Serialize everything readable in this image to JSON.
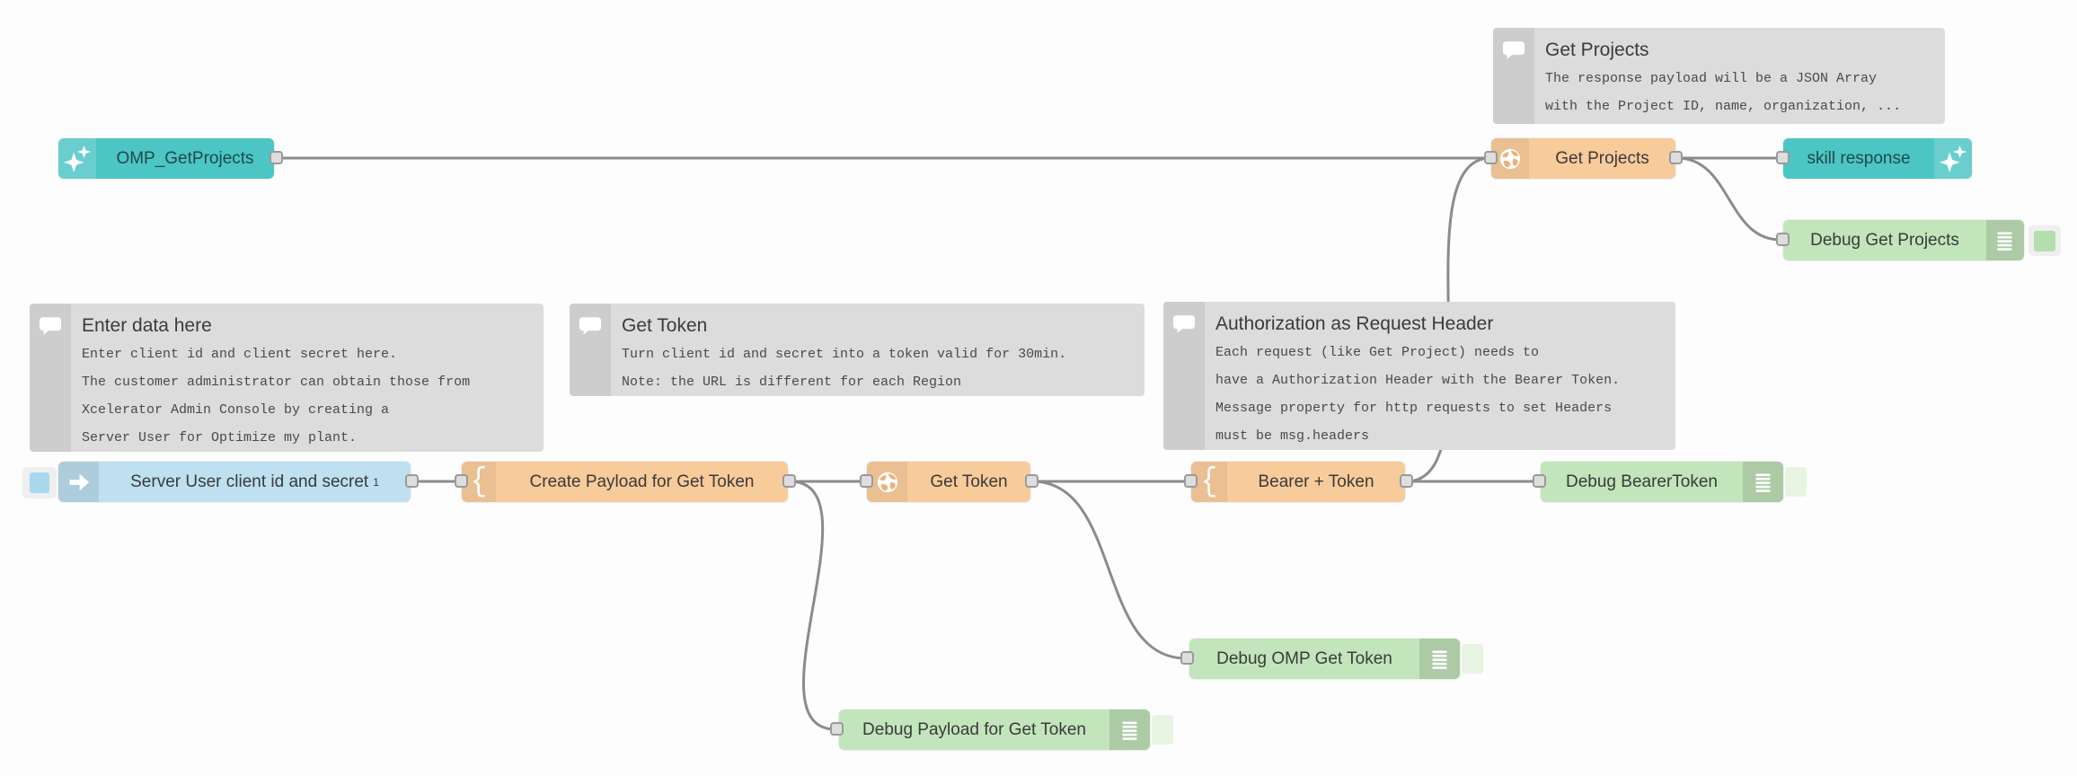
{
  "app": "flow-editor-canvas",
  "palette_colors": {
    "teal": "#4cc5c5",
    "orange": "#f8cb9b",
    "blue": "#bee0f1",
    "green": "#c2e5bb",
    "comment_bg": "#dcdcdc",
    "wire": "#8b8b8b",
    "port_fill": "#dedede",
    "port_border": "#9a9a9a"
  },
  "icons": {
    "function_glyph": "{"
  },
  "nodes": {
    "omp_getprojects": {
      "label": "OMP_GetProjects"
    },
    "get_projects": {
      "label": "Get Projects"
    },
    "skill_response": {
      "label": "skill response"
    },
    "debug_get_projects": {
      "label": "Debug Get Projects"
    },
    "inject_server_user": {
      "label": "Server User client id and secret",
      "superscript": "1"
    },
    "create_payload": {
      "label": "Create Payload for Get Token"
    },
    "get_token": {
      "label": "Get Token"
    },
    "bearer_token": {
      "label": "Bearer + Token"
    },
    "debug_bearer_token": {
      "label": "Debug BearerToken"
    },
    "debug_omp_get_token": {
      "label": "Debug OMP Get Token"
    },
    "debug_payload": {
      "label": "Debug Payload for Get Token"
    }
  },
  "comments": {
    "get_projects": {
      "title": "Get Projects",
      "lines": [
        "The response payload will be a JSON Array",
        "with the Project ID, name, organization, ..."
      ]
    },
    "enter_data": {
      "title": "Enter data here",
      "lines": [
        "Enter client id and client secret here.",
        "The customer administrator can obtain those from",
        "Xcelerator Admin Console by creating a",
        "Server User for Optimize my plant."
      ]
    },
    "get_token": {
      "title": "Get Token",
      "lines": [
        "Turn client id and secret into a token valid for 30min.",
        "Note: the URL is different for each Region"
      ]
    },
    "auth_header": {
      "title": "Authorization as Request Header",
      "lines": [
        "Each request (like Get Project) needs to",
        "have a Authorization Header with the Bearer Token.",
        "Message property for http requests to set Headers",
        "must be msg.headers"
      ]
    }
  }
}
